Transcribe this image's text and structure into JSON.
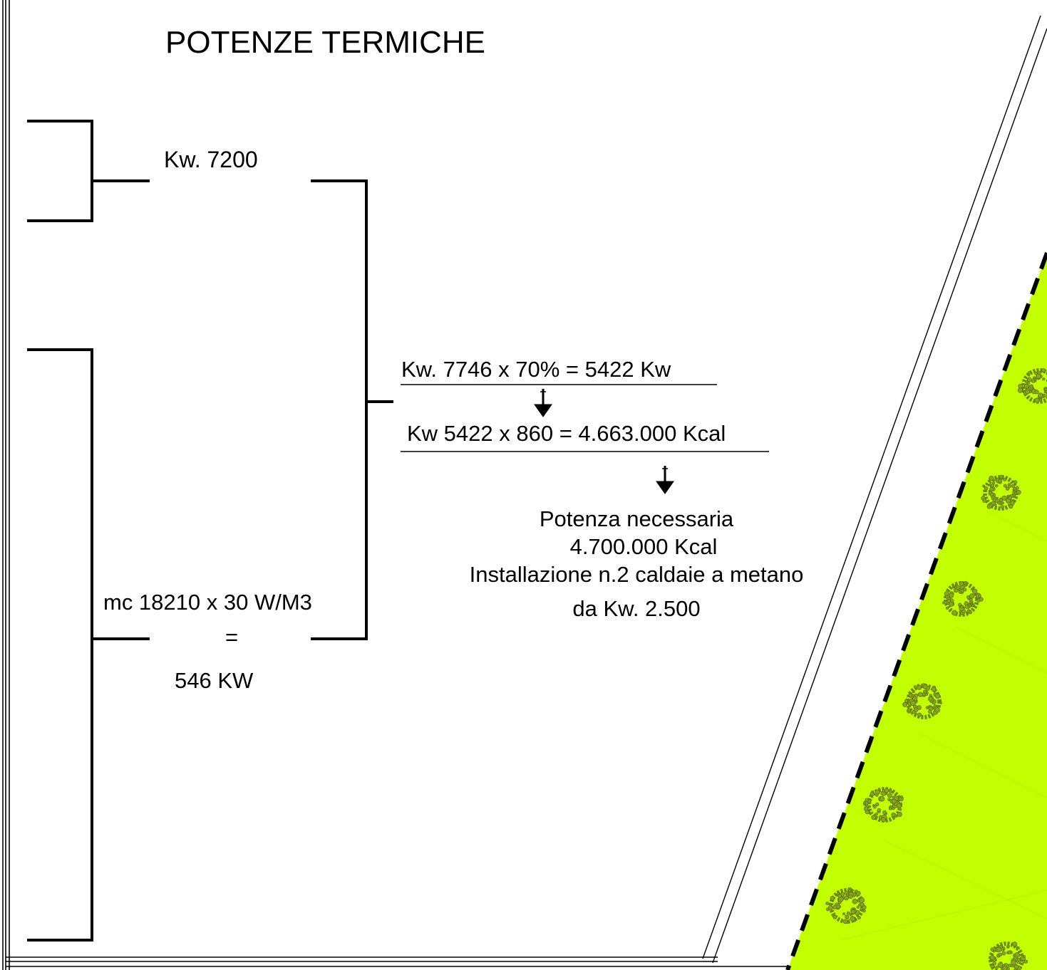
{
  "title": "POTENZE TERMICHE",
  "brackets": {
    "top_value": "Kw. 7200",
    "bottom_formula": "mc  18210 x 30 W/M3",
    "bottom_equals": "=",
    "bottom_value": "546 KW"
  },
  "calculation": {
    "line1": "Kw. 7746 x 70% = 5422 Kw",
    "line2": "Kw 5422 x 860 = 4.663.000 Kcal"
  },
  "result": {
    "line1": "Potenza necessaria",
    "line2": "4.700.000 Kcal",
    "line3": "Installazione n.2 caldaie a metano",
    "line4": "da Kw. 2.500"
  },
  "colors": {
    "ink": "#000000",
    "green_area": "#c2ff00",
    "tree_fill": "#8aa61c",
    "tree_stroke": "#5b7410"
  },
  "icons": {
    "arrow": "arrow-down-icon",
    "tree": "tree-symbol-icon"
  }
}
